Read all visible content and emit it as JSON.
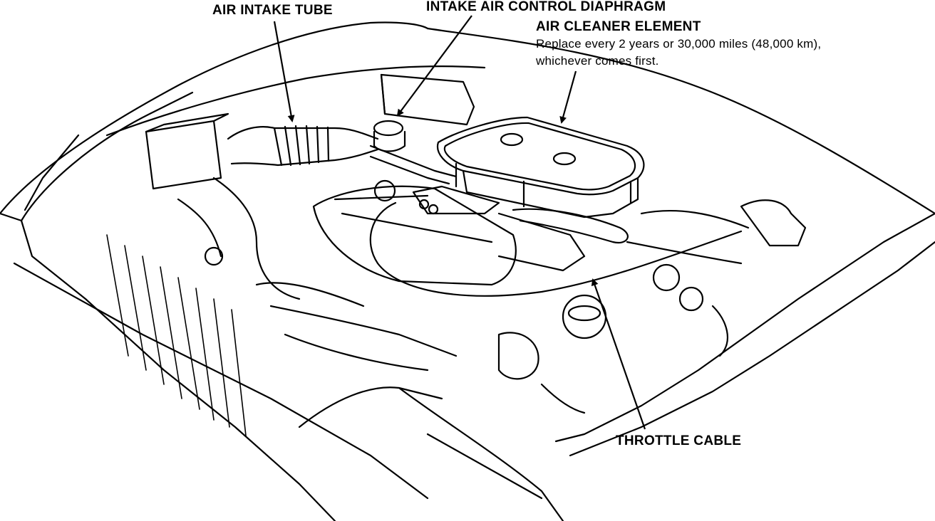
{
  "labels": {
    "air_intake_tube": "AIR INTAKE TUBE",
    "intake_air_control_diaphragm": "INTAKE AIR CONTROL DIAPHRAGM",
    "air_cleaner_element": "AIR CLEANER ELEMENT",
    "air_cleaner_note_line1": "Replace every 2 years or 30,000 miles (48,000 km),",
    "air_cleaner_note_line2": "whichever comes first.",
    "throttle_cable": "THROTTLE CABLE"
  },
  "colors": {
    "ink": "#000000",
    "paper": "#ffffff"
  }
}
